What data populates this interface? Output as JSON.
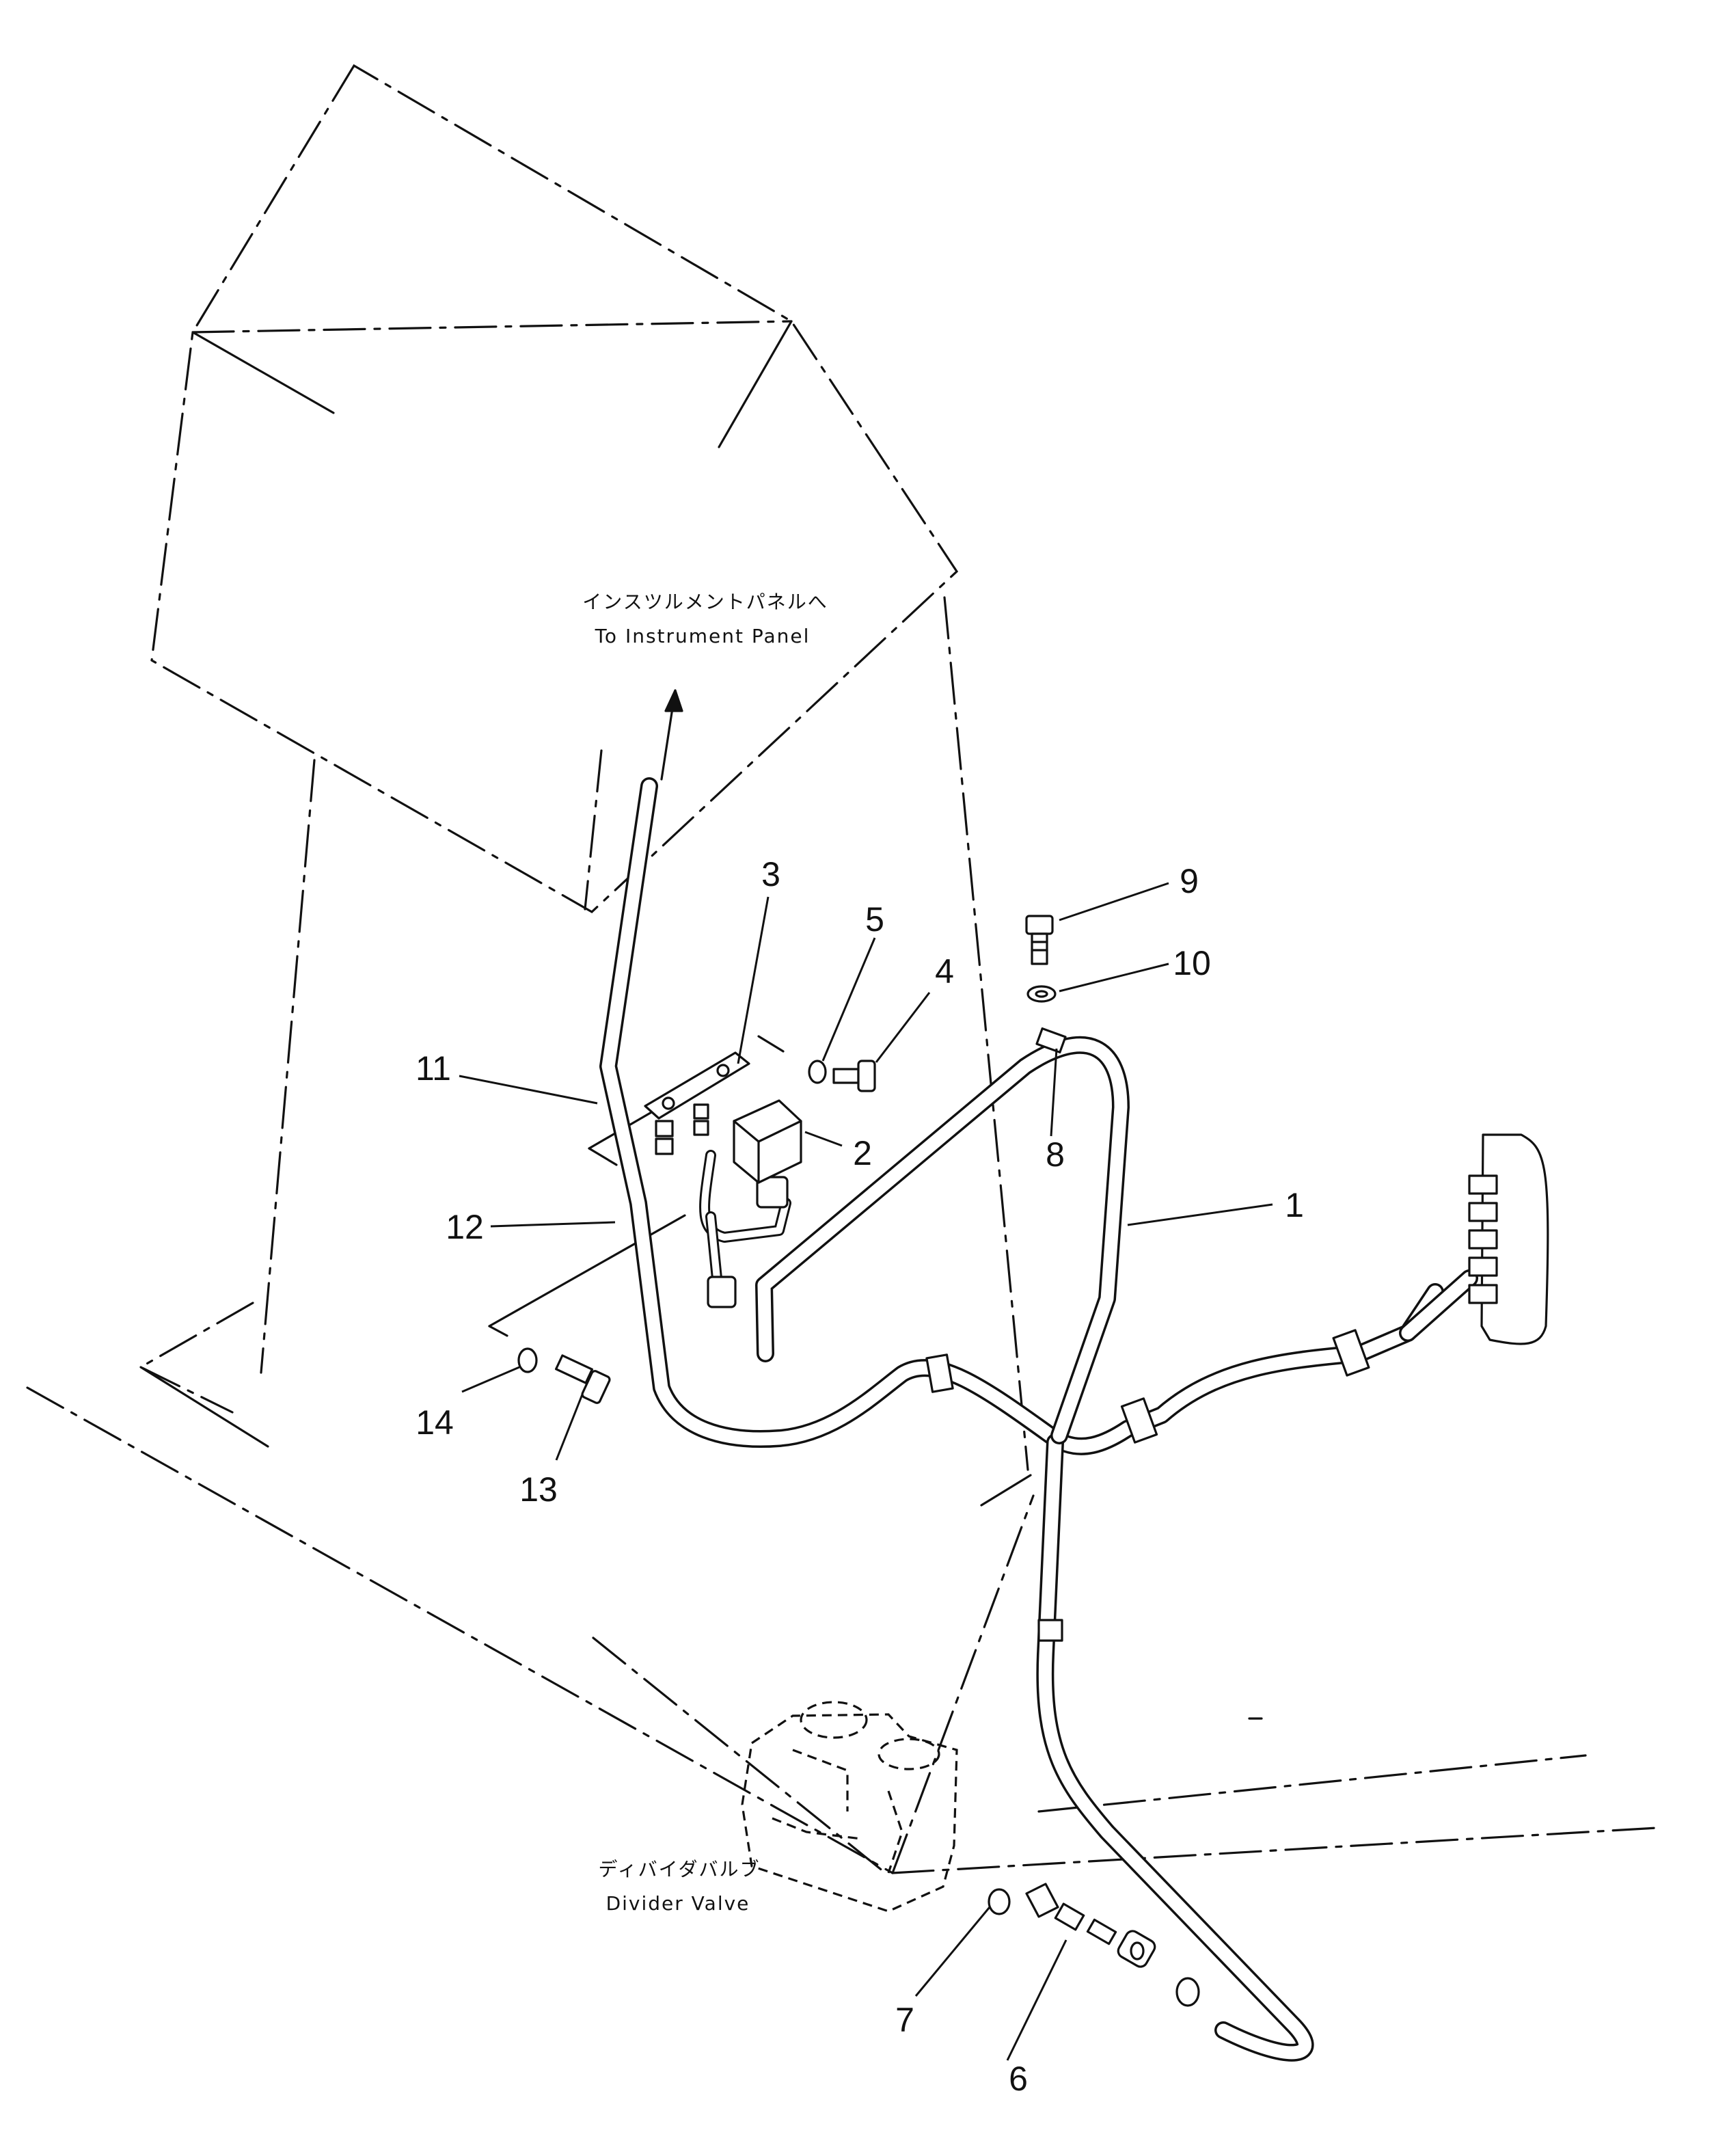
{
  "labels": {
    "instrument_panel_jp": "インスツルメントパネルへ",
    "instrument_panel_en": "To Instrument Panel",
    "divider_valve_jp": "ディバイダバルブ",
    "divider_valve_en": "Divider Valve"
  },
  "callouts": [
    "1",
    "2",
    "3",
    "4",
    "5",
    "6",
    "7",
    "8",
    "9",
    "10",
    "11",
    "12",
    "13",
    "14"
  ]
}
